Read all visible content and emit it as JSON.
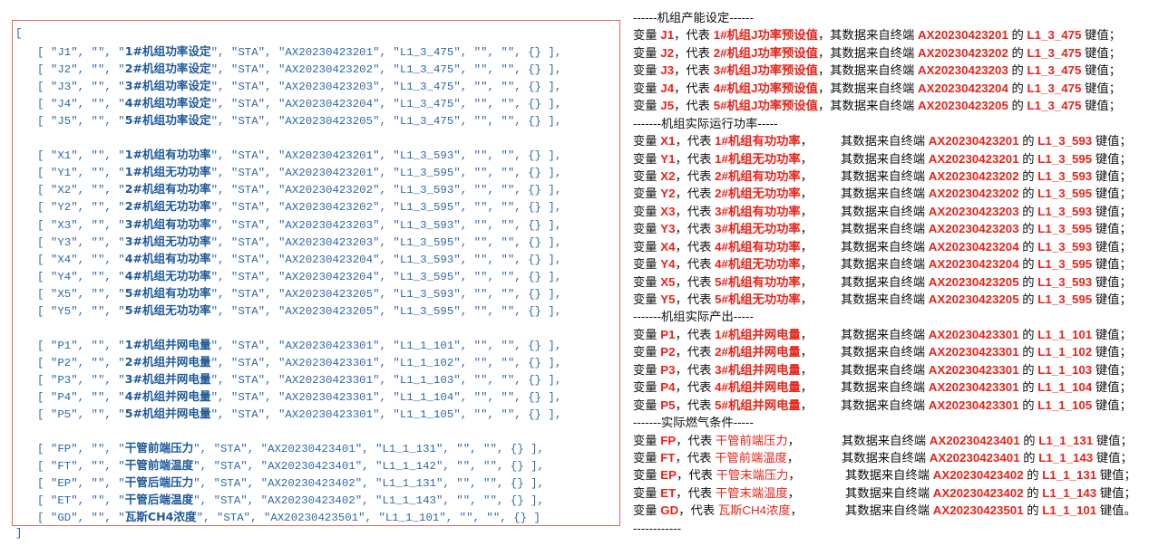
{
  "code_panel": {
    "open_bracket": "[",
    "close_bracket": "]",
    "groups": [
      [
        [
          "J1",
          "",
          "1#机组功率设定",
          "STA",
          "AX20230423201",
          "L1_3_475",
          "",
          ""
        ],
        [
          "J2",
          "",
          "2#机组功率设定",
          "STA",
          "AX20230423202",
          "L1_3_475",
          "",
          ""
        ],
        [
          "J3",
          "",
          "3#机组功率设定",
          "STA",
          "AX20230423203",
          "L1_3_475",
          "",
          ""
        ],
        [
          "J4",
          "",
          "4#机组功率设定",
          "STA",
          "AX20230423204",
          "L1_3_475",
          "",
          ""
        ],
        [
          "J5",
          "",
          "5#机组功率设定",
          "STA",
          "AX20230423205",
          "L1_3_475",
          "",
          ""
        ]
      ],
      [
        [
          "X1",
          "",
          "1#机组有功功率",
          "STA",
          "AX20230423201",
          "L1_3_593",
          "",
          ""
        ],
        [
          "Y1",
          "",
          "1#机组无功功率",
          "STA",
          "AX20230423201",
          "L1_3_595",
          "",
          ""
        ],
        [
          "X2",
          "",
          "2#机组有功功率",
          "STA",
          "AX20230423202",
          "L1_3_593",
          "",
          ""
        ],
        [
          "Y2",
          "",
          "2#机组无功功率",
          "STA",
          "AX20230423202",
          "L1_3_595",
          "",
          ""
        ],
        [
          "X3",
          "",
          "3#机组有功功率",
          "STA",
          "AX20230423203",
          "L1_3_593",
          "",
          ""
        ],
        [
          "Y3",
          "",
          "3#机组无功功率",
          "STA",
          "AX20230423203",
          "L1_3_595",
          "",
          ""
        ],
        [
          "X4",
          "",
          "4#机组有功功率",
          "STA",
          "AX20230423204",
          "L1_3_593",
          "",
          ""
        ],
        [
          "Y4",
          "",
          "4#机组无功功率",
          "STA",
          "AX20230423204",
          "L1_3_595",
          "",
          ""
        ],
        [
          "X5",
          "",
          "5#机组有功功率",
          "STA",
          "AX20230423205",
          "L1_3_593",
          "",
          ""
        ],
        [
          "Y5",
          "",
          "5#机组无功功率",
          "STA",
          "AX20230423205",
          "L1_3_595",
          "",
          ""
        ]
      ],
      [
        [
          "P1",
          "",
          "1#机组并网电量",
          "STA",
          "AX20230423301",
          "L1_1_101",
          "",
          ""
        ],
        [
          "P2",
          "",
          "2#机组并网电量",
          "STA",
          "AX20230423301",
          "L1_1_102",
          "",
          ""
        ],
        [
          "P3",
          "",
          "3#机组并网电量",
          "STA",
          "AX20230423301",
          "L1_1_103",
          "",
          ""
        ],
        [
          "P4",
          "",
          "4#机组并网电量",
          "STA",
          "AX20230423301",
          "L1_1_104",
          "",
          ""
        ],
        [
          "P5",
          "",
          "5#机组并网电量",
          "STA",
          "AX20230423301",
          "L1_1_105",
          "",
          ""
        ]
      ],
      [
        [
          "FP",
          "",
          "干管前端压力",
          "STA",
          "AX20230423401",
          "L1_1_131",
          "",
          ""
        ],
        [
          "FT",
          "",
          "干管前端温度",
          "STA",
          "AX20230423401",
          "L1_1_142",
          "",
          ""
        ],
        [
          "EP",
          "",
          "干管后端压力",
          "STA",
          "AX20230423402",
          "L1_1_131",
          "",
          ""
        ],
        [
          "ET",
          "",
          "干管后端温度",
          "STA",
          "AX20230423402",
          "L1_1_143",
          "",
          ""
        ],
        [
          "GD",
          "",
          "瓦斯CH4浓度",
          "STA",
          "AX20230423501",
          "L1_1_101",
          "",
          ""
        ]
      ]
    ]
  },
  "description_panel": {
    "template": {
      "prefix": "变量 ",
      "mid": "，代表 ",
      "src": "其数据来自终端 ",
      "of": " 的 ",
      "suffix": " 键值；",
      "suffix_last": " 键值。"
    },
    "sections": [
      {
        "header": "------机组产能设定------",
        "items": [
          {
            "var": "J1",
            "meaning": "1#机组J功率预设值",
            "terminal": "AX20230423201",
            "key": "L1_3_475"
          },
          {
            "var": "J2",
            "meaning": "2#机组J功率预设值",
            "terminal": "AX20230423202",
            "key": "L1_3_475"
          },
          {
            "var": "J3",
            "meaning": "3#机组J功率预设值",
            "terminal": "AX20230423203",
            "key": "L1_3_475"
          },
          {
            "var": "J4",
            "meaning": "4#机组J功率预设值",
            "terminal": "AX20230423204",
            "key": "L1_3_475"
          },
          {
            "var": "J5",
            "meaning": "5#机组J功率预设值",
            "terminal": "AX20230423205",
            "key": "L1_3_475"
          }
        ]
      },
      {
        "header": "-------机组实际运行功率-----",
        "items": [
          {
            "var": "X1",
            "meaning": "1#机组有功功率",
            "terminal": "AX20230423201",
            "key": "L1_3_593"
          },
          {
            "var": "Y1",
            "meaning": "1#机组无功功率",
            "terminal": "AX20230423201",
            "key": "L1_3_595"
          },
          {
            "var": "X2",
            "meaning": "2#机组有功功率",
            "terminal": "AX20230423202",
            "key": "L1_3_593"
          },
          {
            "var": "Y2",
            "meaning": "2#机组无功功率",
            "terminal": "AX20230423202",
            "key": "L1_3_595"
          },
          {
            "var": "X3",
            "meaning": "3#机组有功功率",
            "terminal": "AX20230423203",
            "key": "L1_3_593"
          },
          {
            "var": "Y3",
            "meaning": "3#机组无功功率",
            "terminal": "AX20230423203",
            "key": "L1_3_595"
          },
          {
            "var": "X4",
            "meaning": "4#机组有功功率",
            "terminal": "AX20230423204",
            "key": "L1_3_593"
          },
          {
            "var": "Y4",
            "meaning": "4#机组无功功率",
            "terminal": "AX20230423204",
            "key": "L1_3_595"
          },
          {
            "var": "X5",
            "meaning": "5#机组有功功率",
            "terminal": "AX20230423205",
            "key": "L1_3_593"
          },
          {
            "var": "Y5",
            "meaning": "5#机组无功功率",
            "terminal": "AX20230423205",
            "key": "L1_3_595"
          }
        ]
      },
      {
        "header": "-------机组实际产出-----",
        "items": [
          {
            "var": "P1",
            "meaning": "1#机组并网电量",
            "terminal": "AX20230423301",
            "key": "L1_1_101"
          },
          {
            "var": "P2",
            "meaning": "2#机组并网电量",
            "terminal": "AX20230423301",
            "key": "L1_1_102"
          },
          {
            "var": "P3",
            "meaning": "3#机组并网电量",
            "terminal": "AX20230423301",
            "key": "L1_1_103"
          },
          {
            "var": "P4",
            "meaning": "4#机组并网电量",
            "terminal": "AX20230423301",
            "key": "L1_1_104"
          },
          {
            "var": "P5",
            "meaning": "5#机组并网电量",
            "terminal": "AX20230423301",
            "key": "L1_1_105"
          }
        ]
      },
      {
        "header": "-------实际燃气条件-----",
        "items": [
          {
            "var": "FP",
            "meaning": "干管前端压力",
            "terminal": "AX20230423401",
            "key": "L1_1_131",
            "light": true
          },
          {
            "var": "FT",
            "meaning": "干管前端温度",
            "terminal": "AX20230423401",
            "key": "L1_1_143",
            "light": true
          },
          {
            "var": "EP",
            "meaning": "干管末端压力",
            "terminal": "AX20230423402",
            "key": "L1_1_131",
            "light": true
          },
          {
            "var": "ET",
            "meaning": "干管末端温度",
            "terminal": "AX20230423402",
            "key": "L1_1_143",
            "light": true
          },
          {
            "var": "GD",
            "meaning": "瓦斯CH4浓度",
            "terminal": "AX20230423501",
            "key": "L1_1_101",
            "light": true,
            "last": true
          }
        ]
      }
    ],
    "footer": "------------"
  },
  "colors": {
    "code_text": "#2f6aa8",
    "box_border": "#e06a5a",
    "highlight_red": "#e8241b",
    "body_text": "#111111"
  }
}
